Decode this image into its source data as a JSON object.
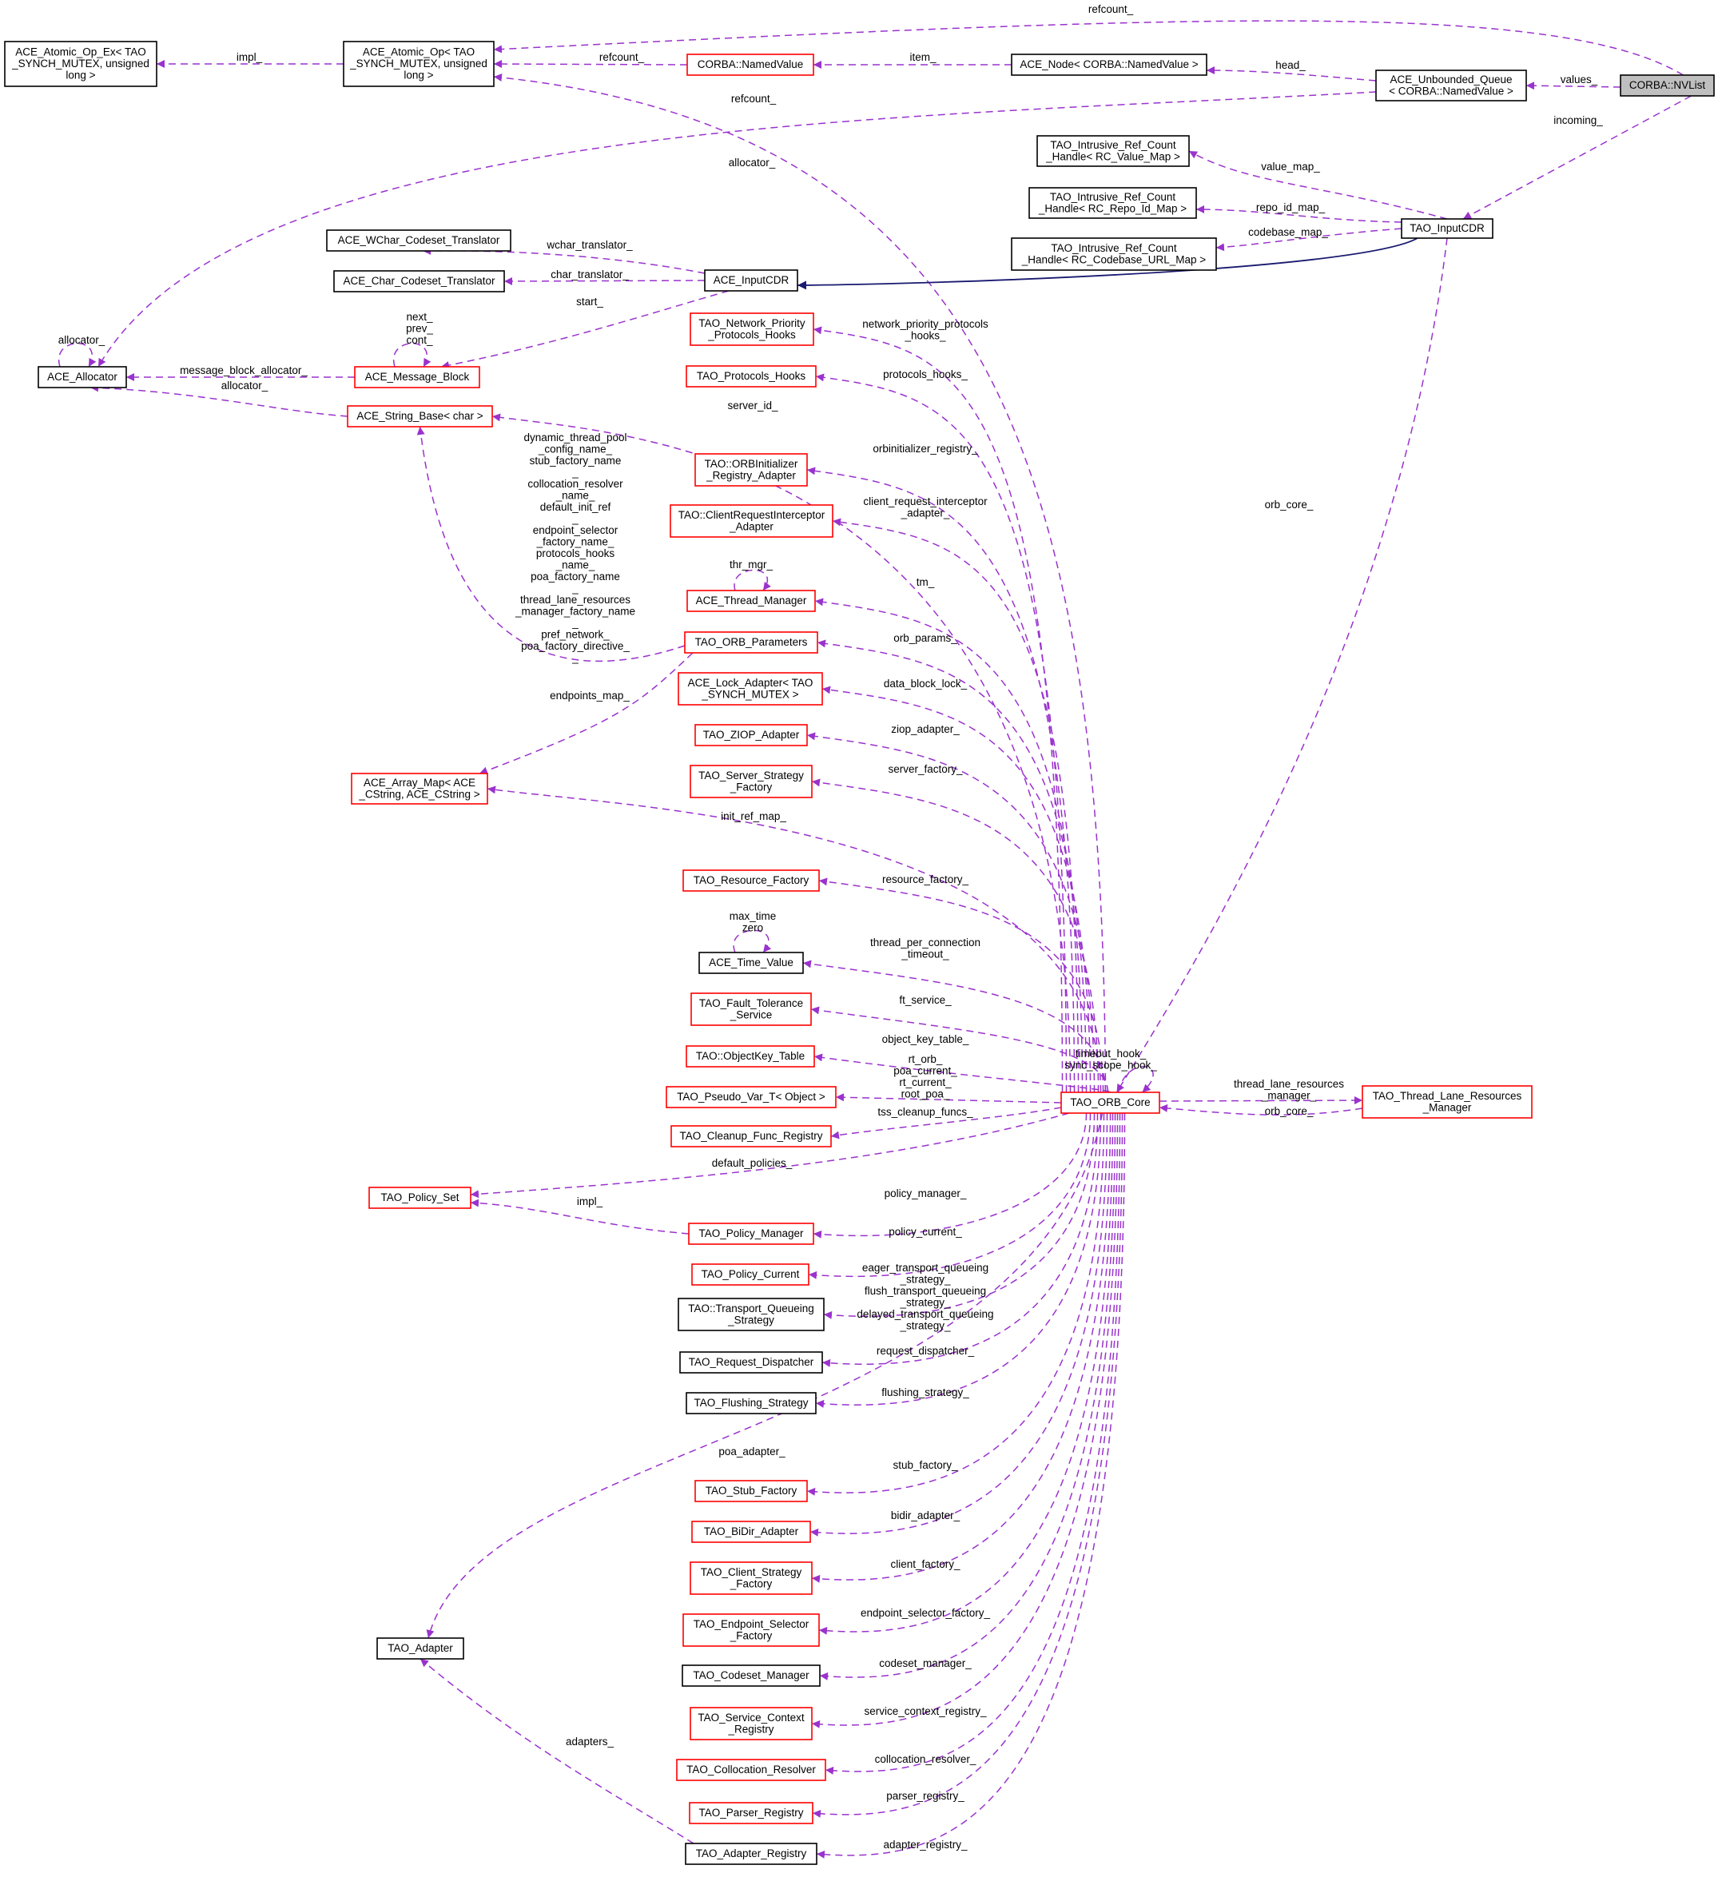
{
  "colors": {
    "edge": "#9a32cd",
    "inherit": "#191970",
    "red_border": "#ff0000",
    "black_border": "#000000",
    "focus_fill": "#bfbfbf"
  },
  "nodes": [
    {
      "id": "nvlist",
      "lines": [
        "CORBA::NVList"
      ],
      "border": "grey"
    },
    {
      "id": "unbq",
      "lines": [
        "ACE_Unbounded_Queue",
        "< CORBA::NamedValue >"
      ],
      "border": "black"
    },
    {
      "id": "acenode",
      "lines": [
        "ACE_Node< CORBA::NamedValue >"
      ],
      "border": "black"
    },
    {
      "id": "namedval",
      "lines": [
        "CORBA::NamedValue"
      ],
      "border": "red"
    },
    {
      "id": "atomicop",
      "lines": [
        "ACE_Atomic_Op< TAO",
        "_SYNCH_MUTEX, unsigned",
        "long >"
      ],
      "border": "black"
    },
    {
      "id": "atomicopex",
      "lines": [
        "ACE_Atomic_Op_Ex< TAO",
        "_SYNCH_MUTEX, unsigned",
        "long >"
      ],
      "border": "black"
    },
    {
      "id": "rcvalue",
      "lines": [
        "TAO_Intrusive_Ref_Count",
        "_Handle< RC_Value_Map >"
      ],
      "border": "black"
    },
    {
      "id": "rcrepo",
      "lines": [
        "TAO_Intrusive_Ref_Count",
        "_Handle< RC_Repo_Id_Map >"
      ],
      "border": "black"
    },
    {
      "id": "rccodebase",
      "lines": [
        "TAO_Intrusive_Ref_Count",
        "_Handle< RC_Codebase_URL_Map >"
      ],
      "border": "black"
    },
    {
      "id": "taoinputcdr",
      "lines": [
        "TAO_InputCDR"
      ],
      "border": "black"
    },
    {
      "id": "aceinputcdr",
      "lines": [
        "ACE_InputCDR"
      ],
      "border": "black"
    },
    {
      "id": "wchar",
      "lines": [
        "ACE_WChar_Codeset_Translator"
      ],
      "border": "black"
    },
    {
      "id": "char",
      "lines": [
        "ACE_Char_Codeset_Translator"
      ],
      "border": "black"
    },
    {
      "id": "allocator",
      "lines": [
        "ACE_Allocator"
      ],
      "border": "black"
    },
    {
      "id": "msgblock",
      "lines": [
        "ACE_Message_Block"
      ],
      "border": "red"
    },
    {
      "id": "strbase",
      "lines": [
        "ACE_String_Base< char >"
      ],
      "border": "red"
    },
    {
      "id": "arraymap",
      "lines": [
        "ACE_Array_Map< ACE",
        "_CString, ACE_CString >"
      ],
      "border": "red"
    },
    {
      "id": "netprio",
      "lines": [
        "TAO_Network_Priority",
        "_Protocols_Hooks"
      ],
      "border": "red"
    },
    {
      "id": "prothooks",
      "lines": [
        "TAO_Protocols_Hooks"
      ],
      "border": "red"
    },
    {
      "id": "orbinit",
      "lines": [
        "TAO::ORBInitializer",
        "_Registry_Adapter"
      ],
      "border": "red"
    },
    {
      "id": "clientreq",
      "lines": [
        "TAO::ClientRequestInterceptor",
        "_Adapter"
      ],
      "border": "red"
    },
    {
      "id": "threadmgr",
      "lines": [
        "ACE_Thread_Manager"
      ],
      "border": "red"
    },
    {
      "id": "orbparams",
      "lines": [
        "TAO_ORB_Parameters"
      ],
      "border": "red"
    },
    {
      "id": "lockadapter",
      "lines": [
        "ACE_Lock_Adapter< TAO",
        "_SYNCH_MUTEX >"
      ],
      "border": "red"
    },
    {
      "id": "ziop",
      "lines": [
        "TAO_ZIOP_Adapter"
      ],
      "border": "red"
    },
    {
      "id": "serverstrat",
      "lines": [
        "TAO_Server_Strategy",
        "_Factory"
      ],
      "border": "red"
    },
    {
      "id": "resfactory",
      "lines": [
        "TAO_Resource_Factory"
      ],
      "border": "red"
    },
    {
      "id": "timevalue",
      "lines": [
        "ACE_Time_Value"
      ],
      "border": "black"
    },
    {
      "id": "faulttol",
      "lines": [
        "TAO_Fault_Tolerance",
        "_Service"
      ],
      "border": "red"
    },
    {
      "id": "objkey",
      "lines": [
        "TAO::ObjectKey_Table"
      ],
      "border": "red"
    },
    {
      "id": "pseudovar",
      "lines": [
        "TAO_Pseudo_Var_T< Object >"
      ],
      "border": "red"
    },
    {
      "id": "cleanup",
      "lines": [
        "TAO_Cleanup_Func_Registry"
      ],
      "border": "red"
    },
    {
      "id": "orbcore",
      "lines": [
        "TAO_ORB_Core"
      ],
      "border": "red"
    },
    {
      "id": "threadlane",
      "lines": [
        "TAO_Thread_Lane_Resources",
        "_Manager"
      ],
      "border": "red"
    },
    {
      "id": "policyset",
      "lines": [
        "TAO_Policy_Set"
      ],
      "border": "red"
    },
    {
      "id": "policymgr",
      "lines": [
        "TAO_Policy_Manager"
      ],
      "border": "red"
    },
    {
      "id": "policycur",
      "lines": [
        "TAO_Policy_Current"
      ],
      "border": "red"
    },
    {
      "id": "transq",
      "lines": [
        "TAO::Transport_Queueing",
        "_Strategy"
      ],
      "border": "black"
    },
    {
      "id": "reqdisp",
      "lines": [
        "TAO_Request_Dispatcher"
      ],
      "border": "black"
    },
    {
      "id": "flushing",
      "lines": [
        "TAO_Flushing_Strategy"
      ],
      "border": "black"
    },
    {
      "id": "stubfac",
      "lines": [
        "TAO_Stub_Factory"
      ],
      "border": "red"
    },
    {
      "id": "bidir",
      "lines": [
        "TAO_BiDir_Adapter"
      ],
      "border": "red"
    },
    {
      "id": "clientstrat",
      "lines": [
        "TAO_Client_Strategy",
        "_Factory"
      ],
      "border": "red"
    },
    {
      "id": "endpointsel",
      "lines": [
        "TAO_Endpoint_Selector",
        "_Factory"
      ],
      "border": "red"
    },
    {
      "id": "codeset",
      "lines": [
        "TAO_Codeset_Manager"
      ],
      "border": "black"
    },
    {
      "id": "servctx",
      "lines": [
        "TAO_Service_Context",
        "_Registry"
      ],
      "border": "red"
    },
    {
      "id": "colloc",
      "lines": [
        "TAO_Collocation_Resolver"
      ],
      "border": "red"
    },
    {
      "id": "parser",
      "lines": [
        "TAO_Parser_Registry"
      ],
      "border": "red"
    },
    {
      "id": "adapterreg",
      "lines": [
        "TAO_Adapter_Registry"
      ],
      "border": "black"
    },
    {
      "id": "adapter",
      "lines": [
        "TAO_Adapter"
      ],
      "border": "black"
    }
  ],
  "edge_labels": [
    {
      "id": "refcount_top",
      "lines": [
        "refcount_"
      ]
    },
    {
      "id": "values",
      "lines": [
        "values_"
      ]
    },
    {
      "id": "head",
      "lines": [
        "head_"
      ]
    },
    {
      "id": "item",
      "lines": [
        "item_"
      ]
    },
    {
      "id": "refcount_nv",
      "lines": [
        "refcount_"
      ]
    },
    {
      "id": "impl_atomic",
      "lines": [
        "impl_"
      ]
    },
    {
      "id": "refcount_core",
      "lines": [
        "refcount_"
      ]
    },
    {
      "id": "incoming",
      "lines": [
        "incoming_"
      ]
    },
    {
      "id": "allocator_big",
      "lines": [
        "allocator_"
      ]
    },
    {
      "id": "value_map",
      "lines": [
        "value_map_"
      ]
    },
    {
      "id": "repo_id_map",
      "lines": [
        "repo_id_map_"
      ]
    },
    {
      "id": "codebase_map",
      "lines": [
        "codebase_map_"
      ]
    },
    {
      "id": "wchar_t",
      "lines": [
        "wchar_translator_"
      ]
    },
    {
      "id": "char_t",
      "lines": [
        "char_translator_"
      ]
    },
    {
      "id": "start",
      "lines": [
        "start_"
      ]
    },
    {
      "id": "mb_self",
      "lines": [
        "next_",
        "prev_",
        "cont_"
      ]
    },
    {
      "id": "alloc_self",
      "lines": [
        "allocator_"
      ]
    },
    {
      "id": "mb_alloc",
      "lines": [
        "message_block_allocator_"
      ]
    },
    {
      "id": "sb_alloc",
      "lines": [
        "allocator_"
      ]
    },
    {
      "id": "netprio_l",
      "lines": [
        "network_priority_protocols",
        "_hooks_"
      ]
    },
    {
      "id": "prothooks_l",
      "lines": [
        "protocols_hooks_"
      ]
    },
    {
      "id": "server_id",
      "lines": [
        "server_id_"
      ]
    },
    {
      "id": "strnames",
      "lines": [
        "dynamic_thread_pool",
        "_config_name_",
        "stub_factory_name",
        "_",
        "collocation_resolver",
        "_name_",
        "default_init_ref",
        "_",
        "endpoint_selector",
        "_factory_name_",
        "protocols_hooks",
        "_name_",
        "poa_factory_name",
        "_",
        "thread_lane_resources",
        "_manager_factory_name",
        "_",
        "pref_network_",
        "poa_factory_directive_",
        "_"
      ]
    },
    {
      "id": "orbinit_l",
      "lines": [
        "orbinitializer_registry_"
      ]
    },
    {
      "id": "orb_core",
      "lines": [
        "orb_core_"
      ]
    },
    {
      "id": "clientreq_l",
      "lines": [
        "client_request_interceptor",
        "_adapter_"
      ]
    },
    {
      "id": "thrmgr",
      "lines": [
        "thr_mgr_"
      ]
    },
    {
      "id": "tm",
      "lines": [
        "tm_"
      ]
    },
    {
      "id": "orbparams_l",
      "lines": [
        "orb_params_"
      ]
    },
    {
      "id": "endpoints_map",
      "lines": [
        "endpoints_map_"
      ]
    },
    {
      "id": "datablock",
      "lines": [
        "data_block_lock_"
      ]
    },
    {
      "id": "ziop_l",
      "lines": [
        "ziop_adapter_"
      ]
    },
    {
      "id": "serverfac",
      "lines": [
        "server_factory_"
      ]
    },
    {
      "id": "initref",
      "lines": [
        "init_ref_map_"
      ]
    },
    {
      "id": "resfac_l",
      "lines": [
        "resource_factory_"
      ]
    },
    {
      "id": "maxtime",
      "lines": [
        "max_time",
        "zero"
      ]
    },
    {
      "id": "tpc",
      "lines": [
        "thread_per_connection",
        "_timeout_"
      ]
    },
    {
      "id": "ftservice",
      "lines": [
        "ft_service_"
      ]
    },
    {
      "id": "objkey_l",
      "lines": [
        "object_key_table_"
      ]
    },
    {
      "id": "core_self",
      "lines": [
        "timeout_hook_",
        "sync_scope_hook_"
      ]
    },
    {
      "id": "pseudo_l",
      "lines": [
        "rt_orb_",
        "poa_current_",
        "rt_current_",
        "root_poa_"
      ]
    },
    {
      "id": "tss",
      "lines": [
        "tss_cleanup_funcs_"
      ]
    },
    {
      "id": "tl_mgr",
      "lines": [
        "thread_lane_resources",
        "_manager_"
      ]
    },
    {
      "id": "tl_core",
      "lines": [
        "orb_core_"
      ]
    },
    {
      "id": "defpol",
      "lines": [
        "default_policies_"
      ]
    },
    {
      "id": "impl_pol",
      "lines": [
        "impl_"
      ]
    },
    {
      "id": "polmgr_l",
      "lines": [
        "policy_manager_"
      ]
    },
    {
      "id": "polcur_l",
      "lines": [
        "policy_current_"
      ]
    },
    {
      "id": "transq_l",
      "lines": [
        "eager_transport_queueing",
        "_strategy_",
        "flush_transport_queueing",
        "_strategy_",
        "delayed_transport_queueing",
        "_strategy_"
      ]
    },
    {
      "id": "reqdisp_l",
      "lines": [
        "request_dispatcher_"
      ]
    },
    {
      "id": "flush_l",
      "lines": [
        "flushing_strategy_"
      ]
    },
    {
      "id": "poa_adapter",
      "lines": [
        "poa_adapter_"
      ]
    },
    {
      "id": "stubfac_l",
      "lines": [
        "stub_factory_"
      ]
    },
    {
      "id": "bidir_l",
      "lines": [
        "bidir_adapter_"
      ]
    },
    {
      "id": "clientfac_l",
      "lines": [
        "client_factory_"
      ]
    },
    {
      "id": "endsel_l",
      "lines": [
        "endpoint_selector_factory_"
      ]
    },
    {
      "id": "codeset_l",
      "lines": [
        "codeset_manager_"
      ]
    },
    {
      "id": "servctx_l",
      "lines": [
        "service_context_registry_"
      ]
    },
    {
      "id": "colloc_l",
      "lines": [
        "collocation_resolver_"
      ]
    },
    {
      "id": "parser_l",
      "lines": [
        "parser_registry_"
      ]
    },
    {
      "id": "adapters_l",
      "lines": [
        "adapters_"
      ]
    },
    {
      "id": "adapterreg_l",
      "lines": [
        "adapter_registry_"
      ]
    }
  ]
}
